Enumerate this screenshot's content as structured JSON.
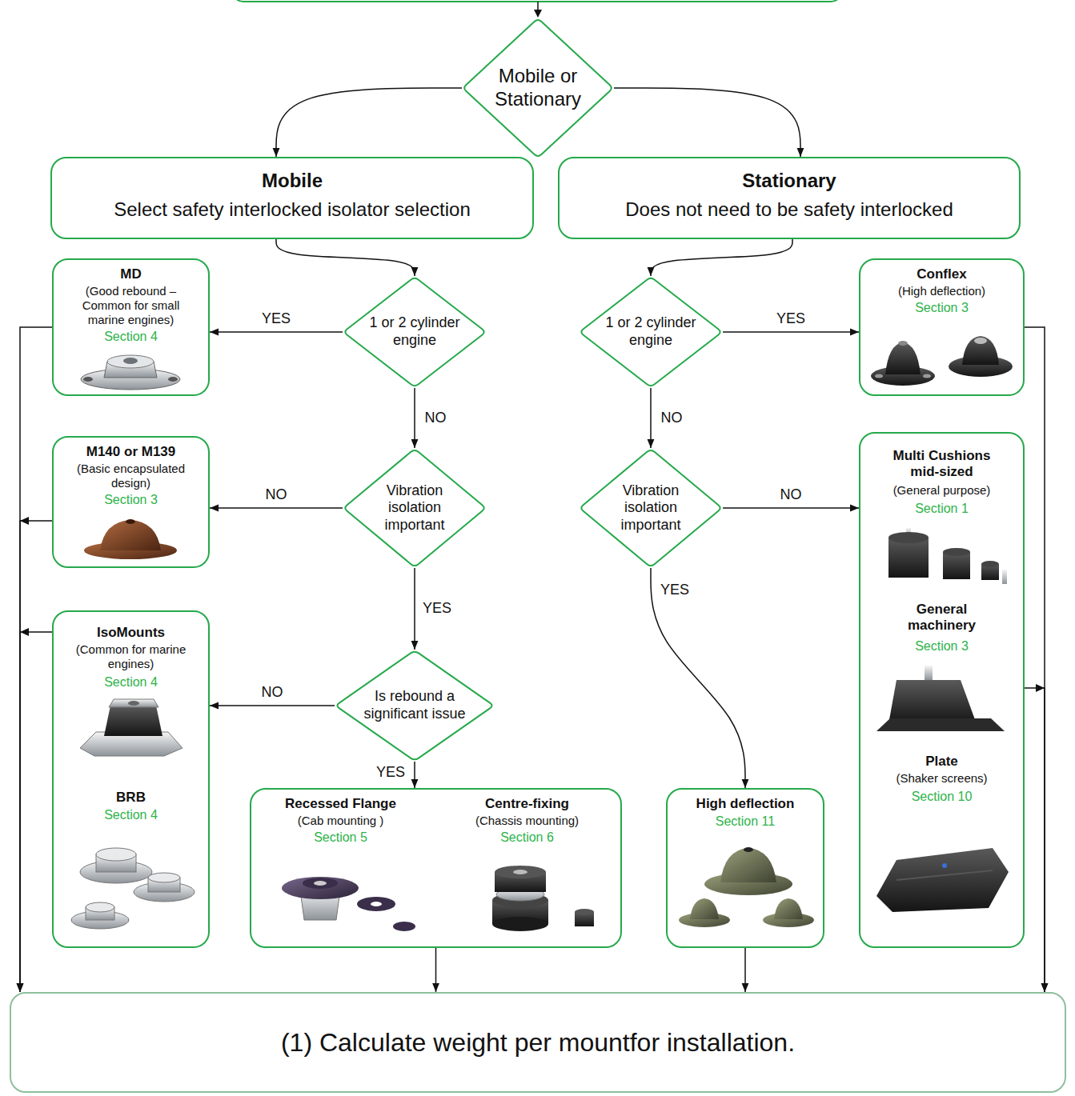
{
  "diagram": {
    "nodes": [
      {
        "text": [
          "Mobile or Stationary"
        ]
      },
      {
        "text": [
          "Mobile",
          "Select safety interlocked isolator selection"
        ]
      },
      {
        "text": [
          "Stationary",
          "Does not need to be safety interlocked"
        ]
      },
      {
        "text": [
          "MD",
          "(Good rebound – Common for small marine engines)",
          "Section 4"
        ]
      },
      {
        "text": [
          "1 or 2 cylinder engine"
        ]
      },
      {
        "text": [
          "1 or 2 cylinder engine"
        ]
      },
      {
        "text": [
          "Conflex",
          "(High deflection)",
          "Section 3"
        ]
      },
      {
        "text": [
          "M140 or M139",
          "(Basic encapsulated design)",
          "Section 3"
        ]
      },
      {
        "text": [
          "Vibration isolation important"
        ]
      },
      {
        "text": [
          "Vibration isolation important"
        ]
      },
      {
        "text": [
          "Multi Cushions mid-sized",
          "(General purpose)",
          "Section 1",
          "General machinery",
          "Section 3",
          "Plate",
          "(Shaker screens)",
          "Section 10"
        ]
      },
      {
        "text": [
          "IsoMounts",
          "(Common for marine engines)",
          "Section 4",
          "BRB",
          "Section 4"
        ]
      },
      {
        "text": [
          "Is rebound a significant issue"
        ]
      },
      {
        "text": [
          "Recessed Flange",
          "(Cab mounting )",
          "Section 5",
          "Centre-fixing",
          "(Chassis mounting)",
          "Section 6"
        ]
      },
      {
        "text": [
          "High deflection",
          "Section 11"
        ]
      },
      {
        "text": [
          "(1) Calculate weight per mountfor installation."
        ]
      }
    ],
    "edges": [
      {
        "from": 0,
        "to": 1,
        "arrow": "to"
      },
      {
        "from": 0,
        "to": 2,
        "arrow": "to"
      },
      {
        "from": 1,
        "to": 4,
        "arrow": "to"
      },
      {
        "from": 2,
        "to": 5,
        "arrow": "to"
      },
      {
        "from": 4,
        "to": 3,
        "label": "YES",
        "arrow": "to"
      },
      {
        "from": 4,
        "to": 8,
        "label": "NO",
        "arrow": "to"
      },
      {
        "from": 5,
        "to": 6,
        "label": "YES",
        "arrow": "to"
      },
      {
        "from": 5,
        "to": 9,
        "label": "NO",
        "arrow": "to"
      },
      {
        "from": 8,
        "to": 7,
        "label": "NO",
        "arrow": "to"
      },
      {
        "from": 8,
        "to": 12,
        "label": "YES",
        "arrow": "to"
      },
      {
        "from": 9,
        "to": 10,
        "label": "NO",
        "arrow": "to"
      },
      {
        "from": 9,
        "to": 14,
        "label": "YES",
        "arrow": "to"
      },
      {
        "from": 12,
        "to": 11,
        "label": "NO",
        "arrow": "to"
      },
      {
        "from": 12,
        "to": 13,
        "label": "YES",
        "arrow": "to"
      },
      {
        "from": 3,
        "to": 15,
        "arrow": "to"
      },
      {
        "from": 7,
        "to": 15,
        "arrow": "to"
      },
      {
        "from": 11,
        "to": 15,
        "arrow": "to"
      },
      {
        "from": 13,
        "to": 15,
        "arrow": "to"
      },
      {
        "from": 14,
        "to": 15,
        "arrow": "to"
      },
      {
        "from": 6,
        "to": 15,
        "arrow": "to"
      },
      {
        "from": 10,
        "to": 15,
        "arrow": "to"
      }
    ]
  }
}
